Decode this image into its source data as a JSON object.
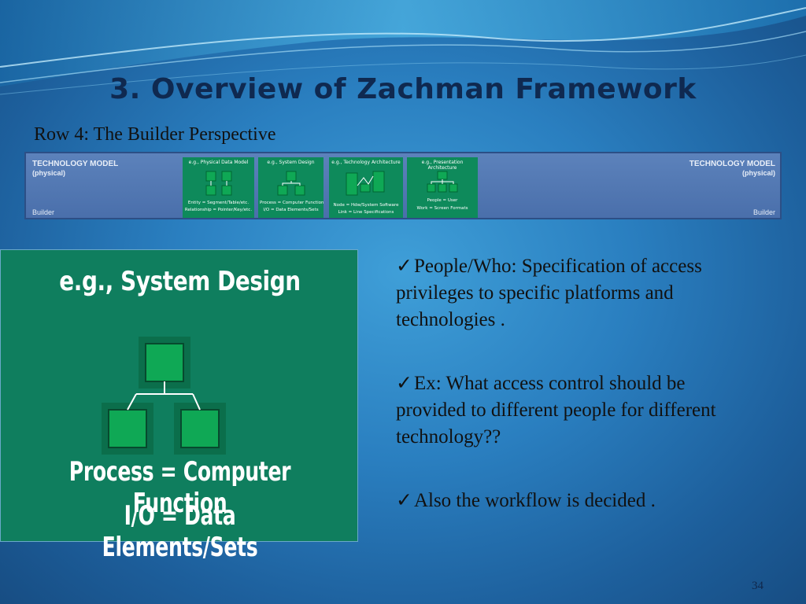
{
  "slide": {
    "title": "3. Overview of Zachman Framework",
    "subtitle": "Row 4: The Builder Perspective",
    "page_number": "34"
  },
  "strip": {
    "left_title": "TECHNOLOGY MODEL",
    "left_sub": "(physical)",
    "left_footer": "Builder",
    "right_title": "TECHNOLOGY MODEL",
    "right_sub": "(physical)",
    "right_footer": "Builder",
    "cells": [
      {
        "title": "e.g., Physical Data Model",
        "line1": "Entity = Segment/Table/etc.",
        "line2": "Relationship = Pointer/Key/etc."
      },
      {
        "title": "e.g., System Design",
        "line1": "Process = Computer Function",
        "line2": "I/O = Data Elements/Sets"
      },
      {
        "title": "e.g., Technology Architecture",
        "line1": "Node = Hdw/System Software",
        "line2": "Link = Line Specifications"
      },
      {
        "title": "e.g., Presentation Architecture",
        "line1": "People = User",
        "line2": "Work = Screen Formats"
      }
    ]
  },
  "panel": {
    "title": "e.g., System Design",
    "line1": "Process = Computer Function",
    "line2": "I/O = Data Elements/Sets"
  },
  "bullets": [
    {
      "check": "✓",
      "text": "People/Who: Specification of access privileges to specific platforms and technologies ."
    },
    {
      "check": "✓",
      "text": "Ex: What access control should be provided to different people for different technology??"
    },
    {
      "check": "✓",
      "text": "Also the workflow is decided ."
    }
  ],
  "colors": {
    "background": "#2a7fc0",
    "title": "#0f2950",
    "panel_green": "#0f7e5e",
    "box_green": "#0fa855",
    "strip_blue": "#4a6fab"
  }
}
